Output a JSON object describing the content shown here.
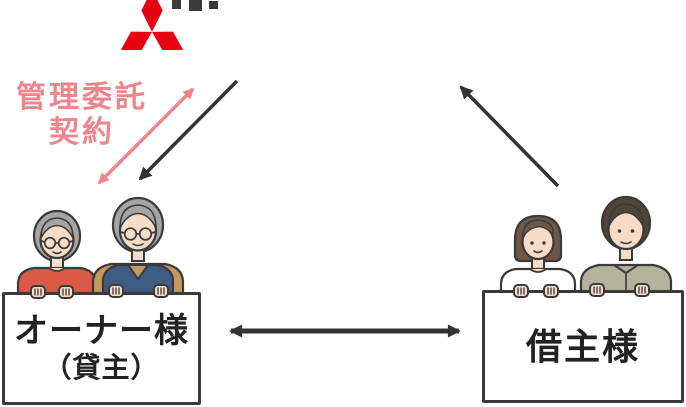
{
  "colors": {
    "brand-red": "#e60012",
    "accent-pink": "#ee858c",
    "arrow-dark": "#333333",
    "outline": "#3a3a3a",
    "text-dark": "#222222",
    "skin": "#f8dcc7",
    "gray-hair": "#a5a5a5",
    "coral-shirt": "#d95b46",
    "navy-vest": "#3e5c84",
    "tan-collar": "#c49a5e",
    "brown-hair": "#6f5647",
    "dark-hair": "#4f4537",
    "sage-shirt": "#b3b39a",
    "white-shirt": "#ffffff"
  },
  "icons": {
    "logo": "mitsubishi-three-diamonds"
  },
  "contract_label": {
    "line1": "管理委託",
    "line2": "契約"
  },
  "owner_sign": {
    "line1": "オーナー様",
    "line2": "（貸主）"
  },
  "tenant_sign": {
    "label": "借主様"
  }
}
